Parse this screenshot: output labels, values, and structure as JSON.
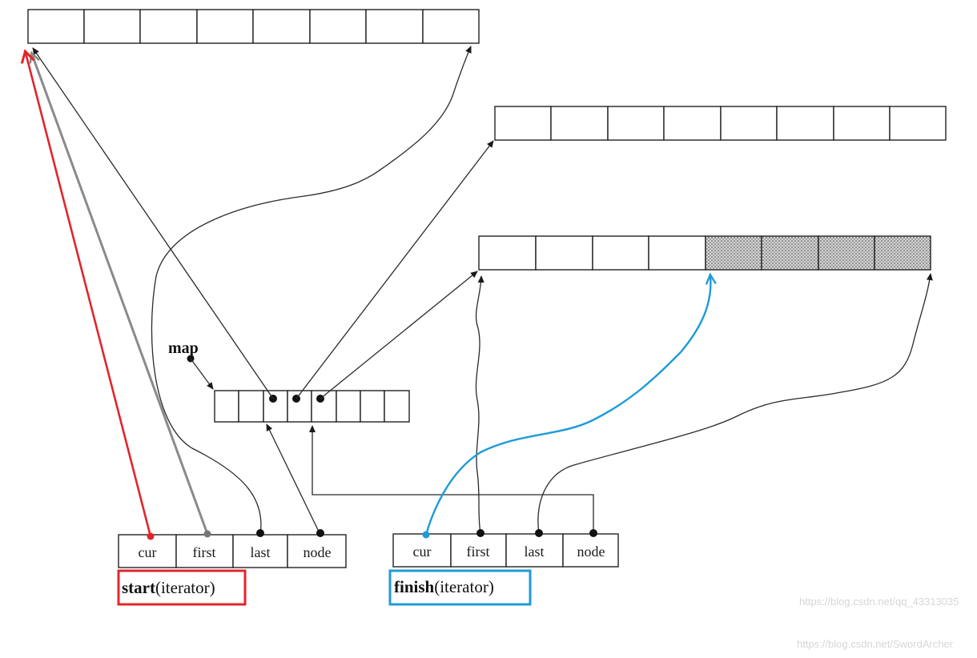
{
  "map_label": "map",
  "start_iterator": {
    "fields": [
      "cur",
      "first",
      "last",
      "node"
    ],
    "name": "start",
    "suffix": "(iterator)",
    "highlight_color": "#e0262b"
  },
  "finish_iterator": {
    "fields": [
      "cur",
      "first",
      "last",
      "node"
    ],
    "name": "finish",
    "suffix": "(iterator)",
    "highlight_color": "#1e9bd7"
  },
  "buffers": [
    {
      "cells": 8,
      "shaded_cells": 0
    },
    {
      "cells": 8,
      "shaded_cells": 0
    },
    {
      "cells": 8,
      "shaded_cells": 4
    }
  ],
  "map_nodes": {
    "cells": 8,
    "pointer_cells": 3
  },
  "watermarks": [
    "https://blog.csdn.net/qq_43313035",
    "https://blog.csdn.net/SwordArcher"
  ]
}
